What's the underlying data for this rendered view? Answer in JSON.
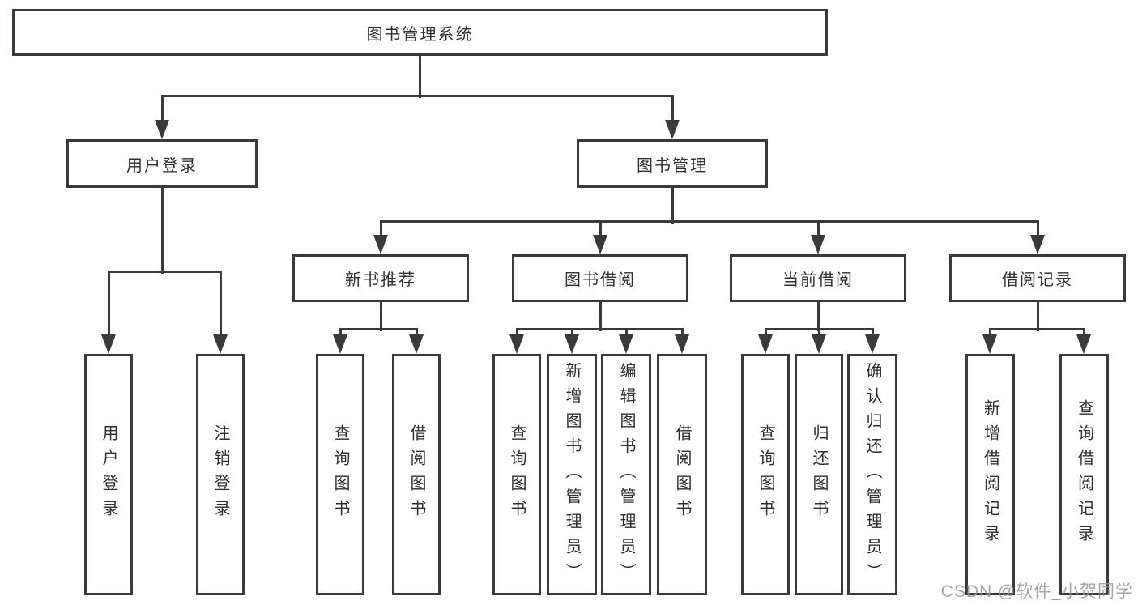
{
  "tree": {
    "label": "图书管理系统",
    "children": [
      {
        "label": "用户登录",
        "children": [
          {
            "label": "用户登录"
          },
          {
            "label": "注销登录"
          }
        ]
      },
      {
        "label": "图书管理",
        "children": [
          {
            "label": "新书推荐",
            "children": [
              {
                "label": "查询图书"
              },
              {
                "label": "借阅图书"
              }
            ]
          },
          {
            "label": "图书借阅",
            "children": [
              {
                "label": "查询图书"
              },
              {
                "label": "新增图书（管理员）"
              },
              {
                "label": "编辑图书（管理员）"
              },
              {
                "label": "借阅图书"
              }
            ]
          },
          {
            "label": "当前借阅",
            "children": [
              {
                "label": "查询图书"
              },
              {
                "label": "归还图书"
              },
              {
                "label": "确认归还（管理员）"
              }
            ]
          },
          {
            "label": "借阅记录",
            "children": [
              {
                "label": "新增借阅记录"
              },
              {
                "label": "查询借阅记录"
              }
            ]
          }
        ]
      }
    ]
  },
  "watermark": {
    "text": "CSDN @软件_小贺同学"
  },
  "colors": {
    "line": "#3a3a3a",
    "text": "#2f2f2f",
    "watermark": "#969696",
    "background": "#ffffff"
  }
}
